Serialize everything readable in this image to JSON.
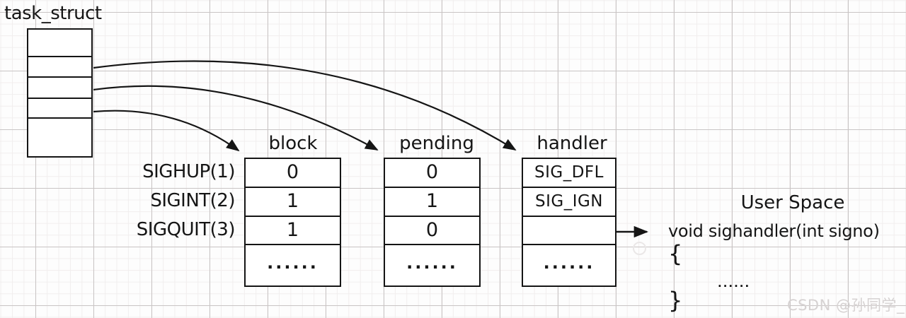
{
  "task_struct": {
    "label": "task_struct"
  },
  "signals": [
    "SIGHUP(1)",
    "SIGINT(2)",
    "SIGQUIT(3)"
  ],
  "tables": {
    "block": {
      "header": "block",
      "values": [
        "0",
        "1",
        "1",
        "......"
      ]
    },
    "pending": {
      "header": "pending",
      "values": [
        "0",
        "1",
        "0",
        "......"
      ]
    },
    "handler": {
      "header": "handler",
      "values": [
        "SIG_DFL",
        "SIG_IGN",
        "",
        "......"
      ]
    }
  },
  "user_space": {
    "title": "User Space",
    "code": "void sighandler(int signo)",
    "open_brace": "{",
    "dots": "......",
    "close_brace": "}"
  },
  "watermark": "CSDN @孙同学_",
  "colors": {
    "ink": "#151515",
    "grid_major": "#c9c5c5",
    "grid_minor": "#f1eeee",
    "watermark_gray": "#d6d2d2"
  }
}
